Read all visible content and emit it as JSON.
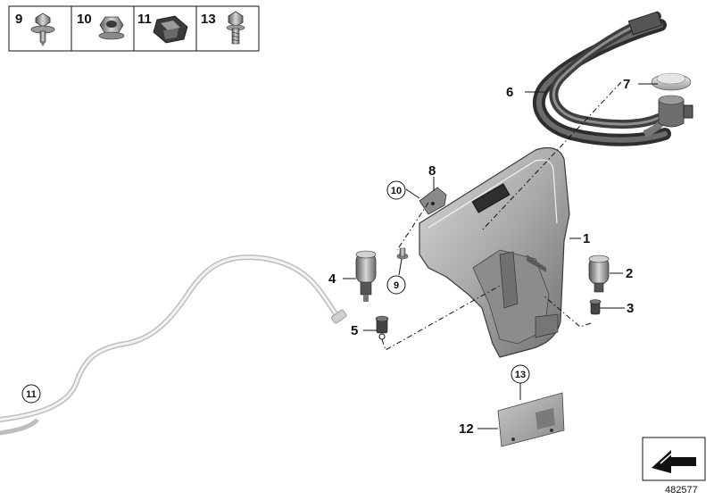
{
  "legend_parts": [
    "9",
    "10",
    "11",
    "13"
  ],
  "callouts": {
    "c1": "1",
    "c2": "2",
    "c3": "3",
    "c4": "4",
    "c5": "5",
    "c6": "6",
    "c7": "7",
    "c8": "8",
    "c9": "9",
    "c10": "10",
    "c11": "11",
    "c12": "12",
    "c13": "13"
  },
  "reference_number": "482577",
  "icons": [
    "bolt-9-icon",
    "nut-10-icon",
    "clip-11-icon",
    "screw-13-icon",
    "direction-arrow-icon"
  ]
}
